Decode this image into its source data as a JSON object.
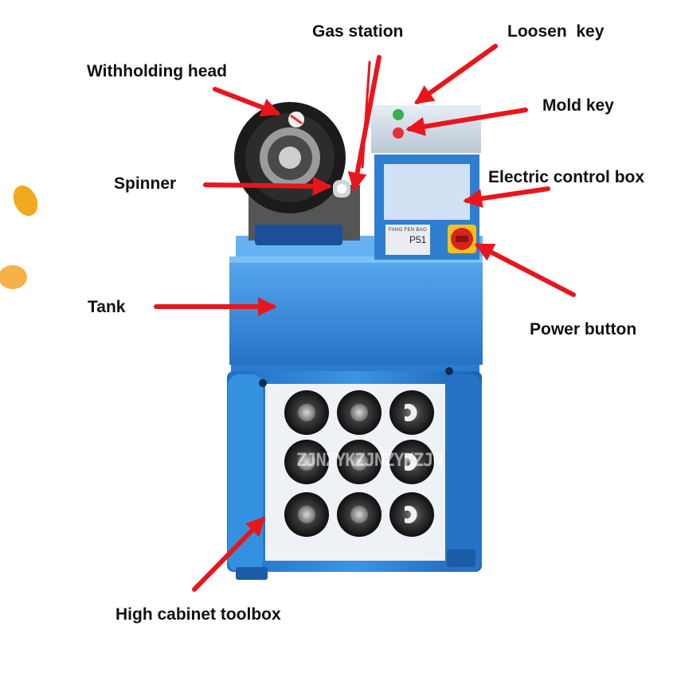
{
  "labels": {
    "gas_station": "Gas station",
    "loosen_key": "Loosen  key",
    "withholding_head": "Withholding head",
    "mold_key": "Mold key",
    "spinner": "Spinner",
    "electric_control_box": "Electric control box",
    "tank": "Tank",
    "power_button": "Power button",
    "high_cabinet_toolbox": "High cabinet toolbox"
  },
  "panel": {
    "brand": "FANG FEN BAO",
    "model": "P51"
  },
  "watermark": "ZJNZYKZJNZYKZJN",
  "colors": {
    "machine_blue": "#2f86d6",
    "machine_blue_dark": "#1d5fae",
    "arrow_red": "#e8161c",
    "die_black": "#1a1a1a",
    "switch_red": "#d8241f",
    "switch_yellow": "#f2c21b"
  }
}
